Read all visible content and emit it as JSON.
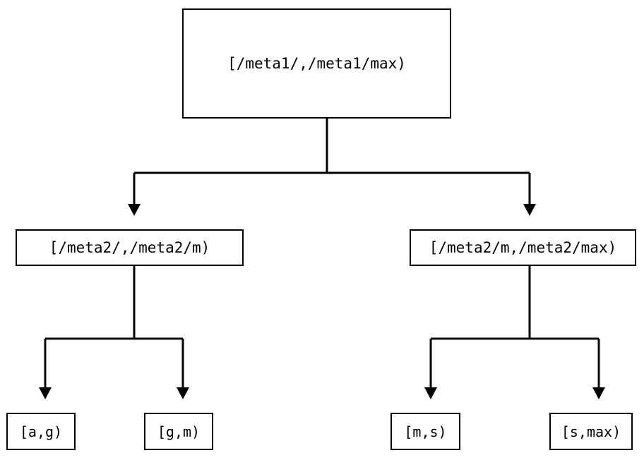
{
  "diagram": {
    "type": "binary-tree",
    "title": "",
    "background_color": "#ffffff",
    "line_color": "#000000",
    "text_color": "#000000",
    "nodes": {
      "root": {
        "label": "[/meta1/,/meta1/max)"
      },
      "mid_left": {
        "label": "[/meta2/,/meta2/m)"
      },
      "mid_right": {
        "label": "[/meta2/m,/meta2/max)"
      },
      "leaf_1": {
        "label": "[a,g)"
      },
      "leaf_2": {
        "label": "[g,m)"
      },
      "leaf_3": {
        "label": "[m,s)"
      },
      "leaf_4": {
        "label": "[s,max)"
      }
    },
    "edges": [
      {
        "from": "root",
        "to": "mid_left",
        "arrow": "down"
      },
      {
        "from": "root",
        "to": "mid_right",
        "arrow": "down"
      },
      {
        "from": "mid_left",
        "to": "leaf_1",
        "arrow": "down"
      },
      {
        "from": "mid_left",
        "to": "leaf_2",
        "arrow": "down"
      },
      {
        "from": "mid_right",
        "to": "leaf_3",
        "arrow": "down"
      },
      {
        "from": "mid_right",
        "to": "leaf_4",
        "arrow": "down"
      }
    ]
  }
}
